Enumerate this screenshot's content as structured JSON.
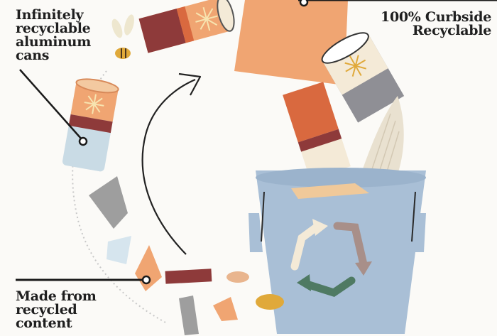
{
  "callouts": {
    "cans": [
      "Infinitely",
      "recyclable",
      "aluminum",
      "cans"
    ],
    "curbside": [
      "100% Curbside",
      "Recyclable"
    ],
    "recycled": [
      "Made from",
      "recycled",
      "content"
    ]
  },
  "colors": {
    "background": "#fbfaf7",
    "bin": "#a9bfd6",
    "peach": "#f0a572",
    "maroon": "#8e3a3a",
    "cream": "#f4ead7",
    "orange": "#d9693f",
    "gray": "#8f8f95",
    "arrow_green": "#4f7a63",
    "arrow_mauve": "#a88f89",
    "gold": "#e0a93a"
  }
}
